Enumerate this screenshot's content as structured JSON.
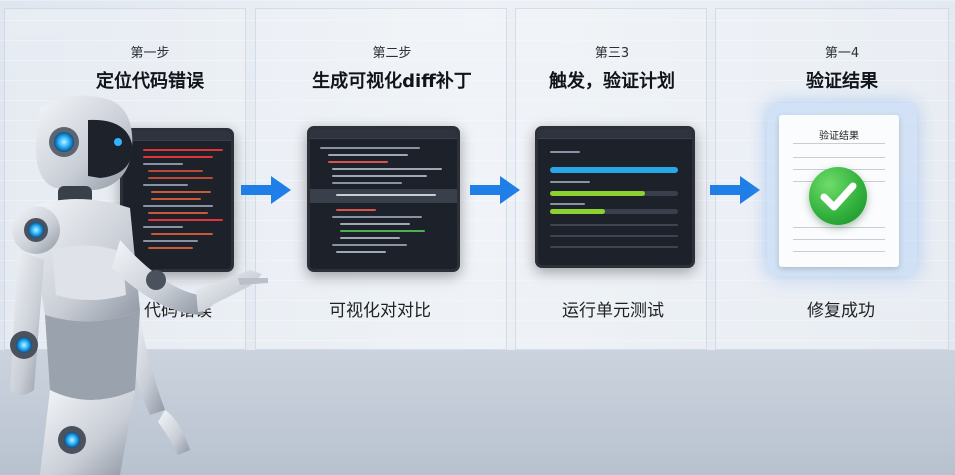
{
  "steps": [
    {
      "label": "第一步",
      "title": "定位代码错误",
      "caption": "代码错误"
    },
    {
      "label": "第二步",
      "title": "生成可视化diff补丁",
      "caption": "可视化对对比"
    },
    {
      "label": "第三3",
      "title": "触发，验证计划",
      "caption": "运行单元测试"
    },
    {
      "label": "第一4",
      "title": "验证结果",
      "caption": "修复成功"
    }
  ],
  "result_doc": {
    "title": "验证结果"
  },
  "icons": {
    "arrow": "arrow-right-icon",
    "check": "check-circle-icon",
    "robot": "robot-illustration"
  },
  "colors": {
    "arrow_blue": "#1f7fe6",
    "error_red": "#e0343c",
    "success_green": "#2fae3a",
    "progress_blue": "#27a7e8",
    "progress_green": "#8bd12f"
  }
}
